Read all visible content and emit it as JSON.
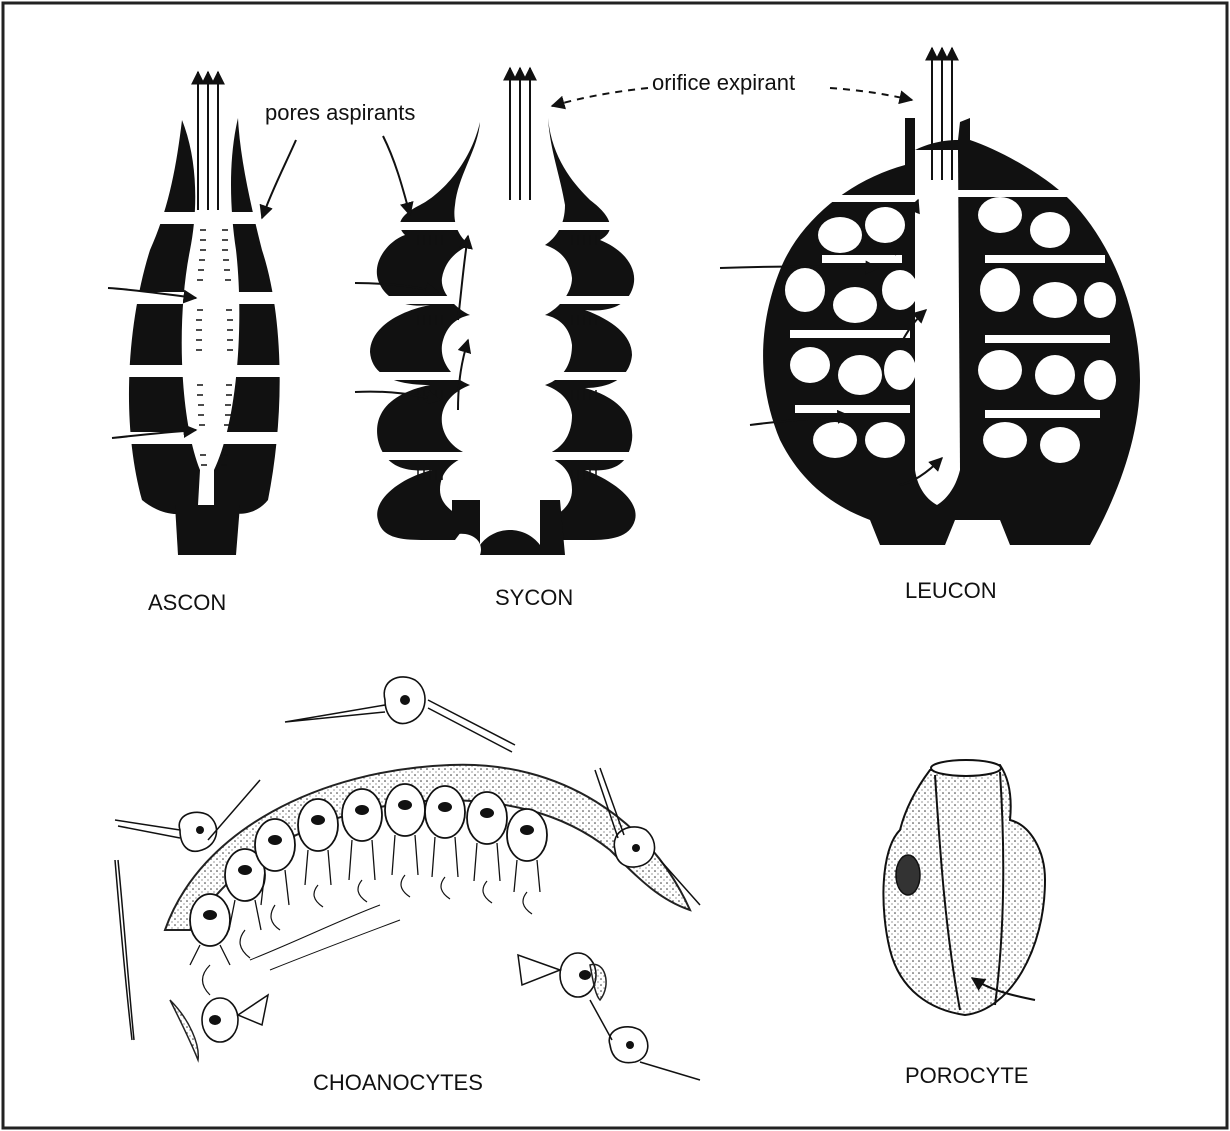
{
  "labels": {
    "pores_aspirants": "pores aspirants",
    "orifice_expirant": "orifice expirant",
    "ascon": "ASCON",
    "sycon": "SYCON",
    "leucon": "LEUCON",
    "choanocytes": "CHOANOCYTES",
    "porocyte": "POROCYTE"
  },
  "colors": {
    "ink": "#111111",
    "paper": "#ffffff",
    "frame": "#222222"
  }
}
